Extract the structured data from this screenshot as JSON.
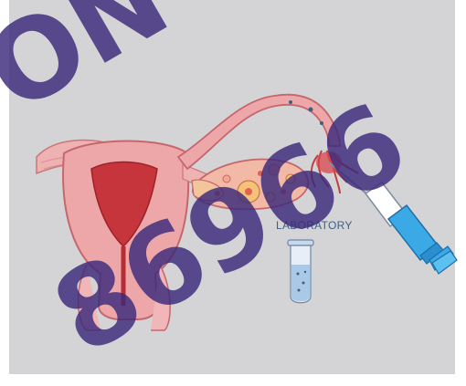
{
  "illustration": {
    "lab_label": "LABORATORY"
  },
  "watermark": {
    "text_top": "ON",
    "text_diagonal": "86966"
  },
  "colors": {
    "background": "#d4d4d6",
    "tissue": "#e8a0a0",
    "tissue_dark": "#c96a6e",
    "syringe": "#3aa9e6",
    "label": "#3d5f86",
    "watermark": "#3a2a7a"
  }
}
